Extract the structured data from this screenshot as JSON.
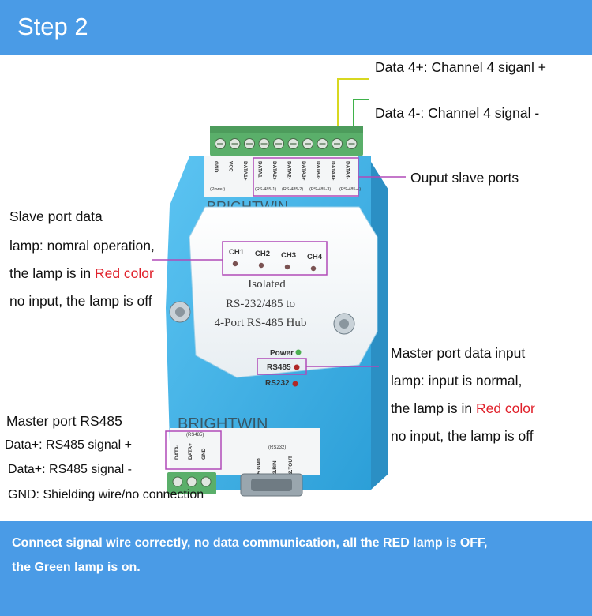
{
  "header": {
    "title": "Step 2"
  },
  "callouts": {
    "data4_plus": "Data 4+: Channel 4 siganl +",
    "data4_minus": "Data 4-: Channel 4 signal -",
    "output_slave_ports": "Ouput slave ports",
    "slave_lamp": {
      "line1": "Slave port data",
      "line2": "lamp:  nomral operation,",
      "line3_prefix": "the lamp is in ",
      "line3_red": "Red color",
      "line4": "no input, the lamp is off"
    },
    "master_lamp": {
      "line1": "Master port data input",
      "line2": "lamp: input is normal,",
      "line3_prefix": "the lamp is in ",
      "line3_red": "Red color",
      "line4": "no input, the lamp is off"
    },
    "master_rs485": {
      "title": "Master port RS485",
      "line1": "Data+: RS485 signal +",
      "line2": "Data+: RS485 signal -",
      "line3": "GND: Shielding wire/no connection"
    }
  },
  "device": {
    "top_labels": [
      "GND",
      "VCC",
      "DATA1+",
      "DATA1-",
      "DATA2+",
      "DATA2-",
      "DATA3+",
      "DATA3-",
      "DATA4+",
      "DATA4-"
    ],
    "group_labels": [
      "(Power)",
      "(RS-485-1)",
      "(RS-485-2)",
      "(RS-485-3)",
      "(RS-485-4)"
    ],
    "brand": "BRIGHTWIN",
    "channels": [
      "CH1",
      "CH2",
      "CH3",
      "CH4"
    ],
    "title_lines": [
      "Isolated",
      "RS-232/485 to",
      "4-Port RS-485 Hub"
    ],
    "indicators": [
      "Power",
      "RS485",
      "RS232"
    ],
    "bottom_group_rs485": "(RS485)",
    "bottom_labels_rs485": [
      "DATA-",
      "DATA+",
      "GND"
    ],
    "bottom_group_rs232": "(RS232)",
    "bottom_labels_rs232": [
      "5.GND",
      "3.RIN",
      "2.TOUT"
    ]
  },
  "footer": {
    "line1": "Connect signal wire correctly, no data communication, all the RED lamp is OFF,",
    "line2": "the Green lamp is on."
  },
  "colors": {
    "header": "#4a9be6",
    "device_blue": "#41b3ea",
    "terminal_green": "#5aaf6a",
    "red_text": "#e0202a",
    "highlight_box": "#b04ab8"
  }
}
